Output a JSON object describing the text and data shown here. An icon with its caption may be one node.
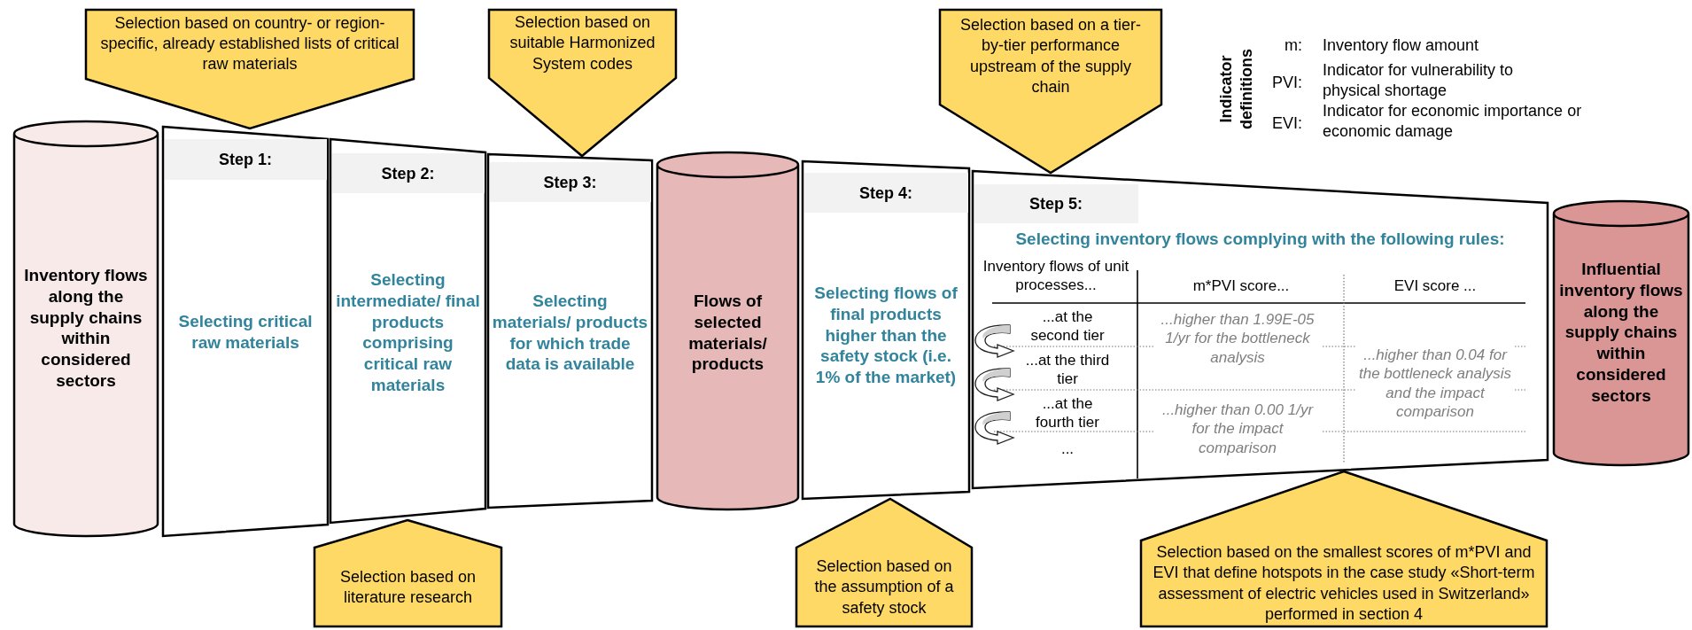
{
  "diagram": {
    "nodes": [
      {
        "text": [
          "Inventory flows along the supply chains within considered sectors"
        ]
      },
      {
        "text": [
          "Step 1:",
          "Selecting critical raw materials"
        ]
      },
      {
        "text": [
          "Step 2:",
          "Selecting intermediate/ final products comprising critical raw materials"
        ]
      },
      {
        "text": [
          "Step 3:",
          "Selecting materials/ products for which trade data is available"
        ]
      },
      {
        "text": [
          "Flows of selected materials/ products"
        ]
      },
      {
        "text": [
          "Step 4:",
          "Selecting flows of final products higher than the safety stock (i.e. 1% of the market)"
        ]
      },
      {
        "text": [
          "Step 5:",
          "Selecting inventory flows complying with the following rules:"
        ]
      },
      {
        "text": [
          "Influential inventory flows along the supply chains within considered sectors"
        ]
      },
      {
        "text": [
          "Selection based on country- or region-specific, already established lists of critical raw materials"
        ]
      },
      {
        "text": [
          "Selection based on suitable Harmonized System codes"
        ]
      },
      {
        "text": [
          "Selection based on a tier-by-tier performance upstream of the supply chain"
        ]
      },
      {
        "text": [
          "Selection based on literature research"
        ]
      },
      {
        "text": [
          "Selection based on the assumption of a safety stock"
        ]
      },
      {
        "text": [
          "Selection based on the smallest scores of m*PVI and EVI that define hotspots in the case study «Short-term assessment of electric vehicles used in Switzerland» performed in section 4"
        ]
      }
    ],
    "labels": [
      "Indicator definitions",
      "m:",
      "Inventory flow amount",
      "PVI:",
      "Indicator for vulnerability to physical shortage",
      "EVI:",
      "Indicator for economic importance or economic damage",
      "Inventory flows of unit processes...",
      "m*PVI score...",
      "EVI score ...",
      "...at the second tier",
      "...higher than 1.99E-05 1/yr for the bottleneck analysis",
      "...at the third tier",
      "...higher than 0.04 for the bottleneck analysis and the impact comparison",
      "...at the fourth tier",
      "...higher than 0.00 1/yr for the impact comparison",
      "..."
    ]
  }
}
